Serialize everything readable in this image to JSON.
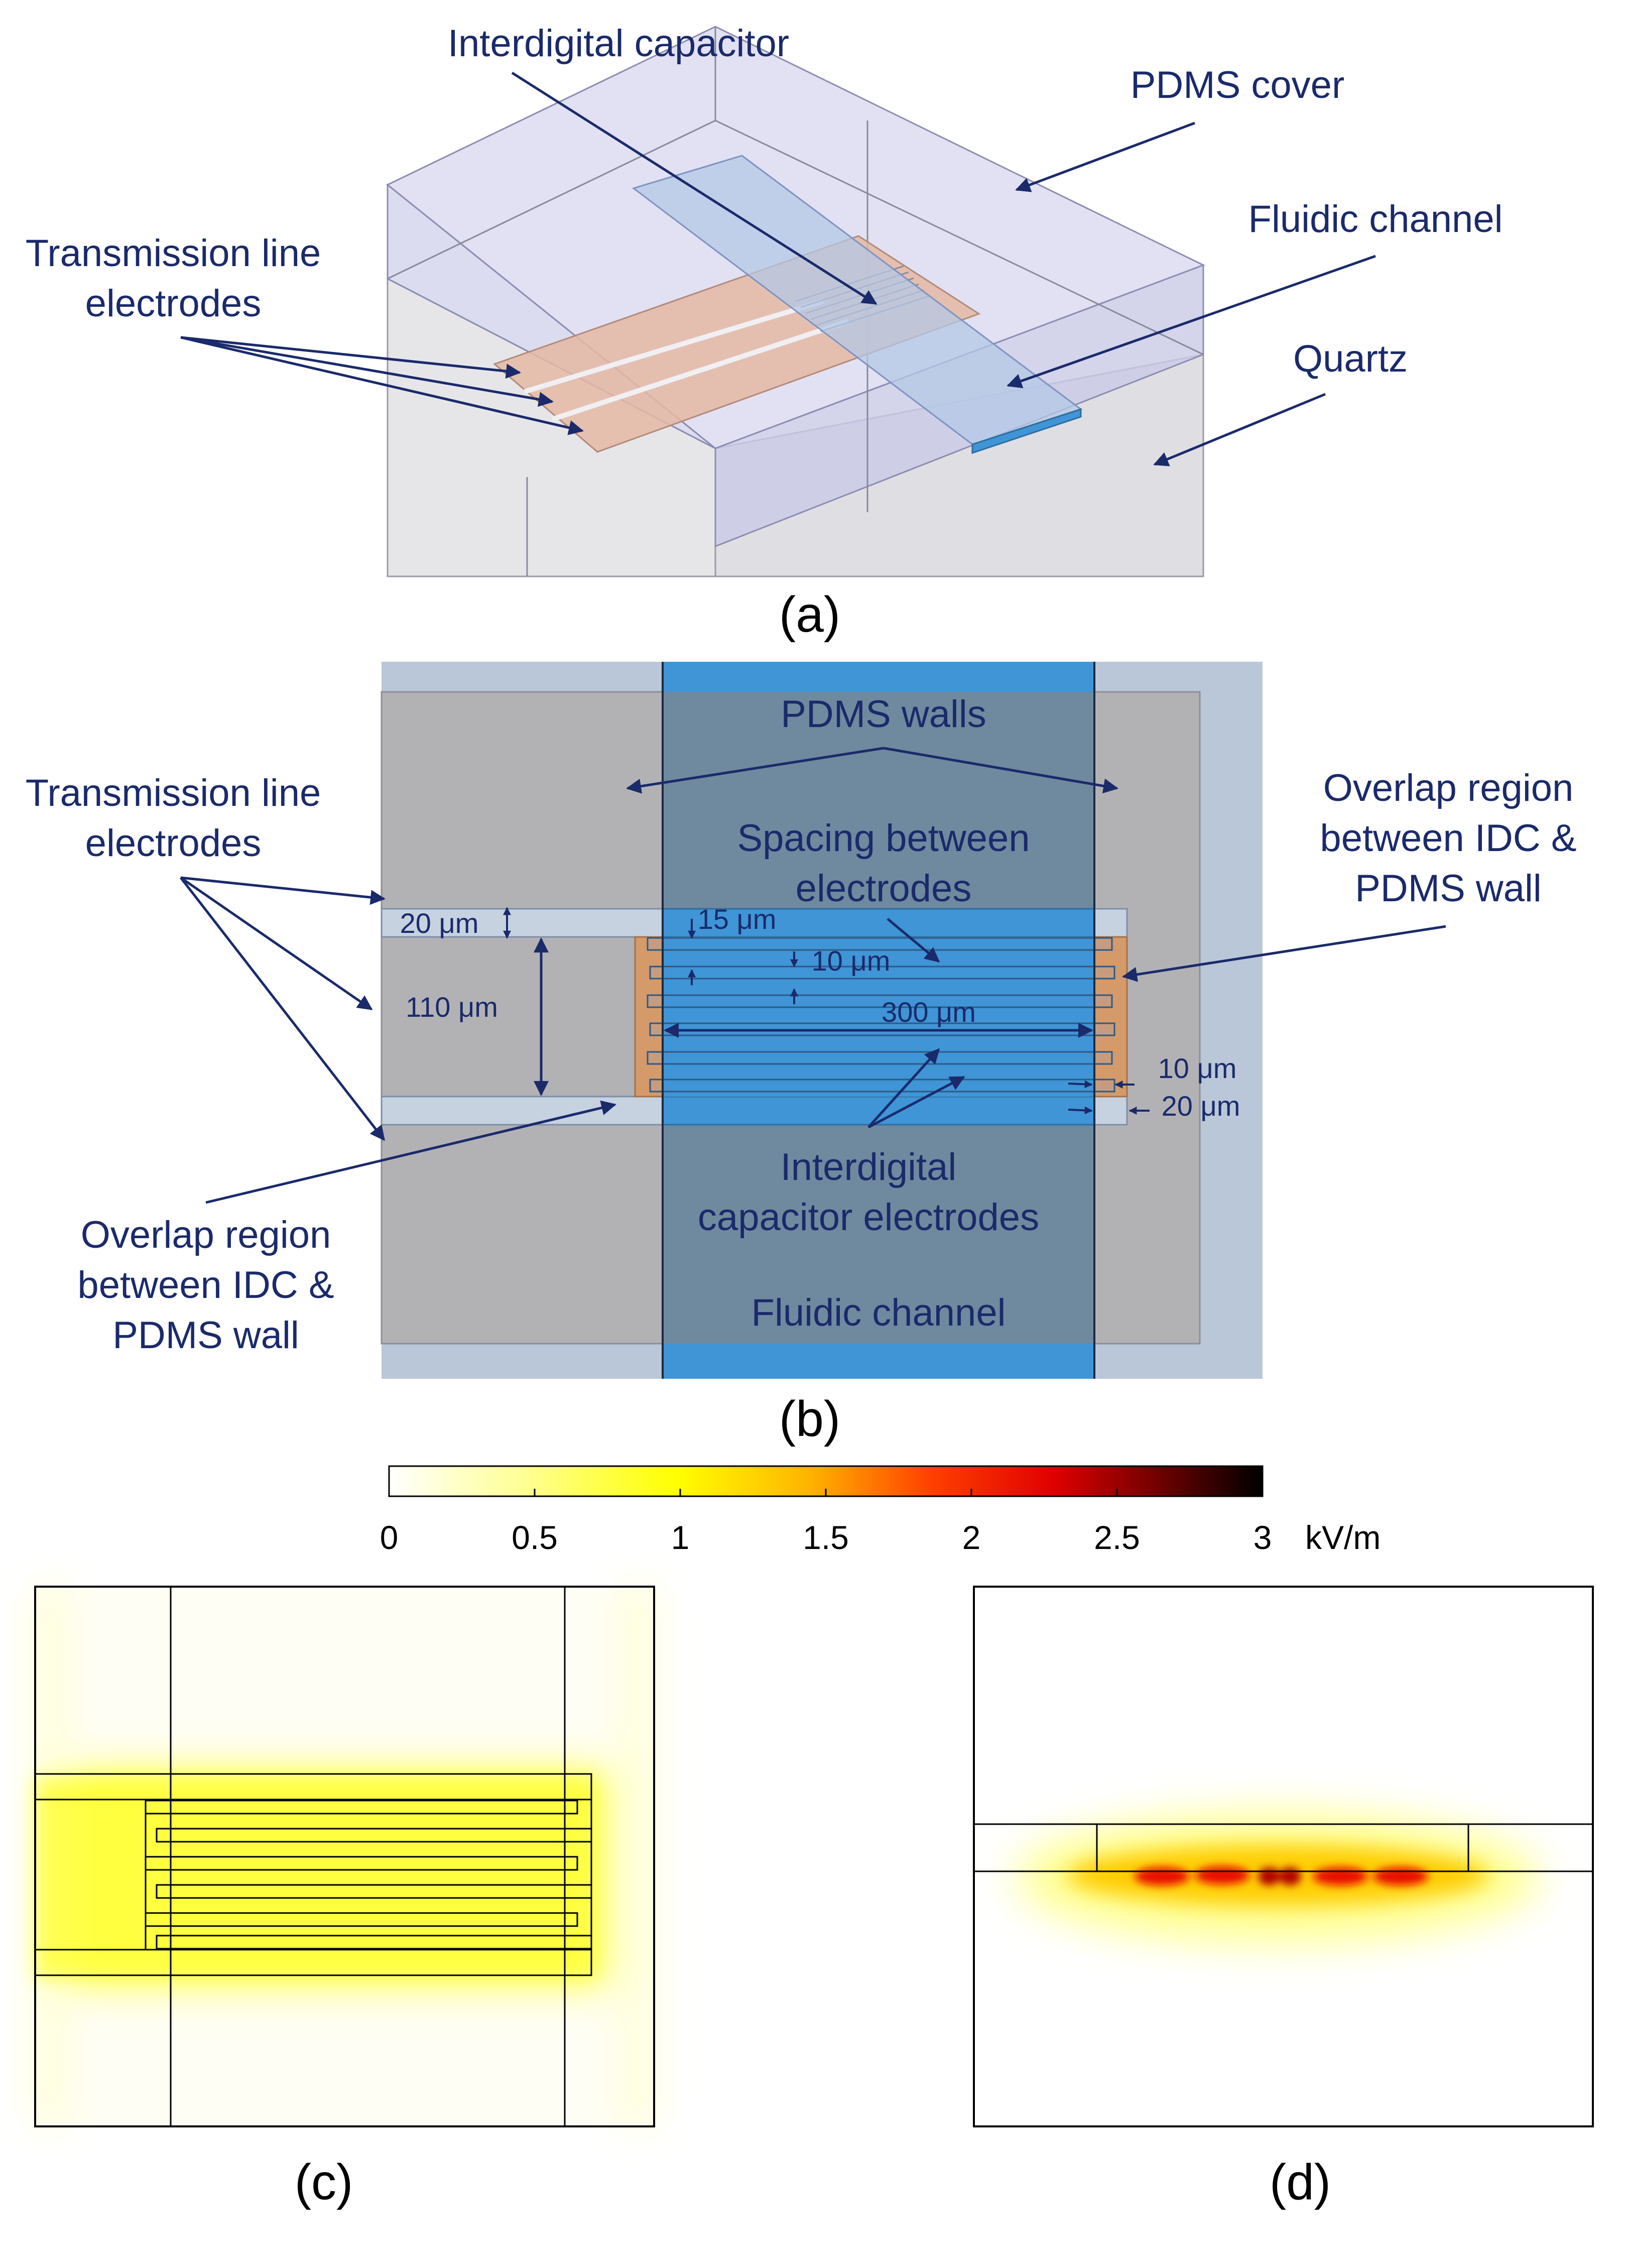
{
  "panel_a": {
    "caption": "(a)",
    "labels": {
      "idc": "Interdigital capacitor",
      "pdms_cover": "PDMS cover",
      "fluidic_channel": "Fluidic channel",
      "quartz": "Quartz",
      "tl_electrodes_1": "Transmission line",
      "tl_electrodes_2": "electrodes"
    }
  },
  "panel_b": {
    "caption": "(b)",
    "labels": {
      "pdms_walls": "PDMS walls",
      "tl_electrodes_1": "Transmission line",
      "tl_electrodes_2": "electrodes",
      "overlap_right_1": "Overlap region",
      "overlap_right_2": "between IDC &",
      "overlap_right_3": "PDMS wall",
      "spacing_1": "Spacing between",
      "spacing_2": "electrodes",
      "idc_electrodes_1": "Interdigital",
      "idc_electrodes_2": "capacitor electrodes",
      "fluidic_channel": "Fluidic channel",
      "overlap_left_1": "Overlap region",
      "overlap_left_2": "between IDC &",
      "overlap_left_3": "PDMS wall"
    },
    "dimensions": {
      "tl_width": "20 μm",
      "tl_gap": "110 μm",
      "finger_width": "15 μm",
      "finger_spacing": "10 μm",
      "finger_length": "300 μm",
      "end_gap": "10 μm",
      "end_overlap": "20 μm"
    },
    "colors": {
      "background": "#b9c7d8",
      "pdms_wall": "#b2b2b5",
      "channel": "#3f95d6",
      "overlap": "#6f899e",
      "idc": "#d49a6a"
    }
  },
  "colorbar": {
    "ticks": [
      "0",
      "0.5",
      "1",
      "1.5",
      "2",
      "2.5",
      "3"
    ],
    "unit": "kV/m",
    "colormap": "white-yellow-red-black"
  },
  "panel_c": {
    "caption": "(c)"
  },
  "panel_d": {
    "caption": "(d)"
  }
}
